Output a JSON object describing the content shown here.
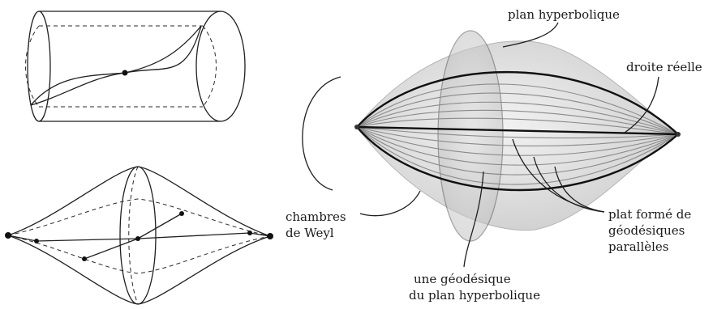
{
  "labels": {
    "plan_hyperbolique": "plan hyperbolique",
    "droite_reelle": "droite réelle",
    "chambres_1": "chambres",
    "chambres_2": "de Weyl",
    "plat_1": "plat formé de",
    "plat_2": "géodésiques",
    "plat_3": "parallèles",
    "geodesique_1": "une géodésique",
    "geodesique_2": "du plan hyperbolique"
  },
  "colors": {
    "ink": "#1f1f1f",
    "fiber": "#8a8a8a",
    "shade": "#d9d9d9"
  }
}
